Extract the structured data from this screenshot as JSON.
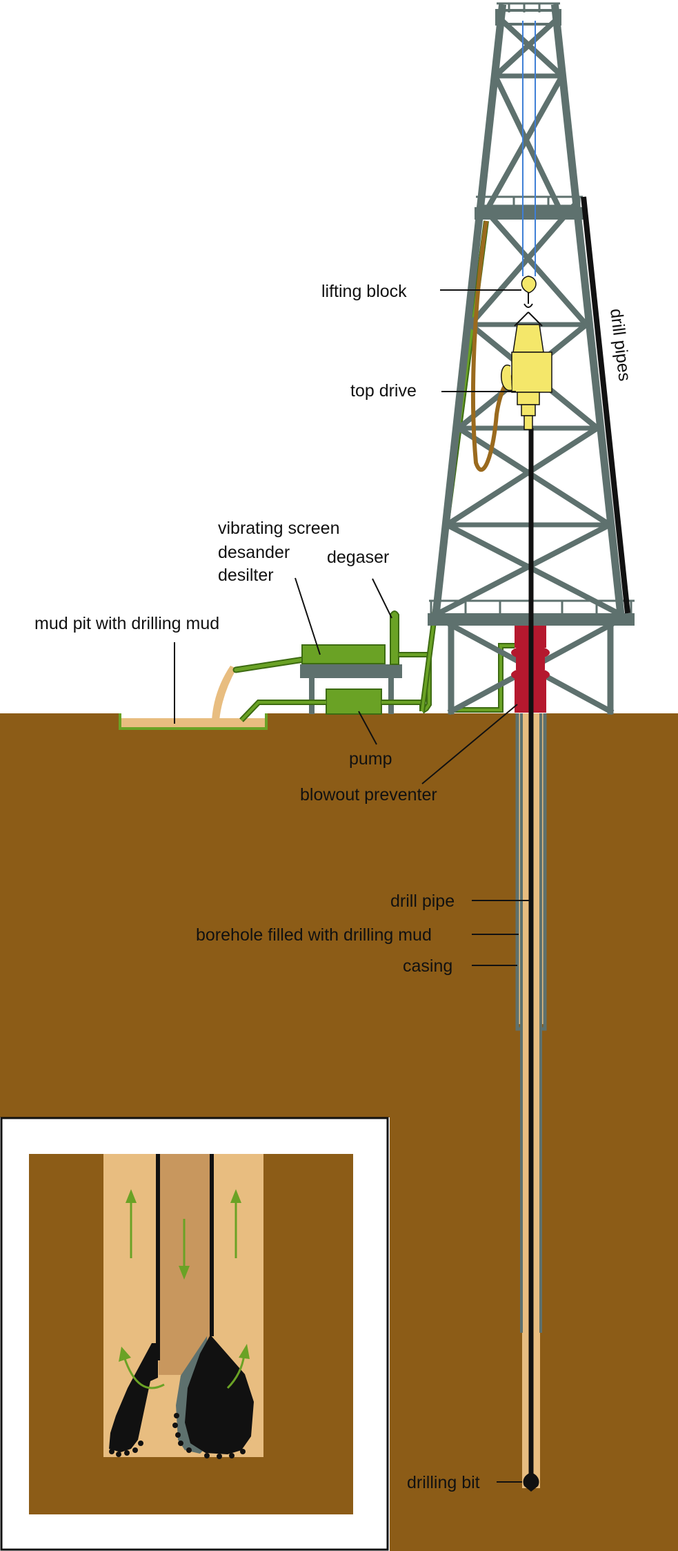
{
  "labels": {
    "lifting_block": "lifting block",
    "top_drive": "top drive",
    "drill_pipes": "drill pipes",
    "vibrating_screen": "vibrating screen",
    "desander": "desander",
    "desilter": "desilter",
    "degaser": "degaser",
    "mud_pit": "mud pit with drilling mud",
    "pump": "pump",
    "blowout_preventer": "blowout preventer",
    "drill_pipe": "drill pipe",
    "borehole": "borehole filled with drilling mud",
    "casing": "casing",
    "drilling_bit": "drilling bit"
  },
  "colors": {
    "soil": "#8c5c17",
    "mud": "#e8bd80",
    "mud_dark": "#c8975e",
    "steel": "#5e716e",
    "green": "#6aa225",
    "green_dark": "#3d6b12",
    "yellow": "#f4e76a",
    "bop_red": "#b5182e",
    "hose": "#9a6a1e",
    "cable": "#3f7fd6",
    "black": "#111111"
  }
}
